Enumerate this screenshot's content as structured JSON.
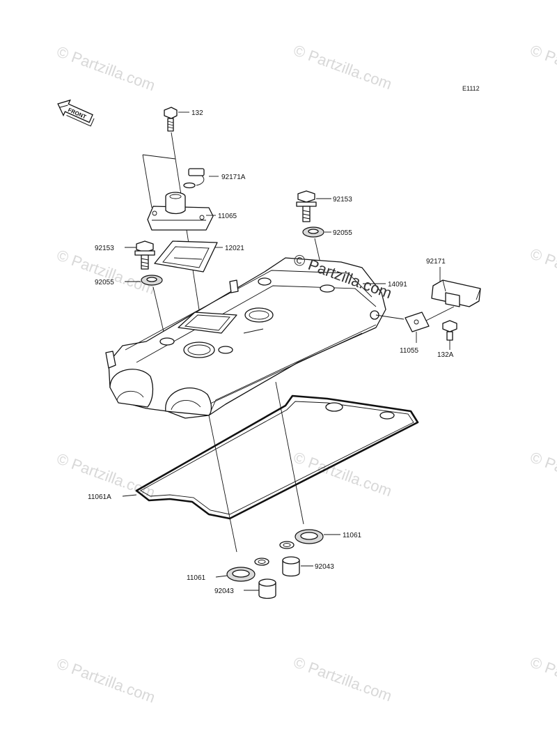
{
  "diagram_code": "E1112",
  "front_arrow_label": "FRONT",
  "watermark_text": "© Partzilla.com",
  "parts": [
    {
      "id": "p-132",
      "label": "132"
    },
    {
      "id": "p-92171A",
      "label": "92171A"
    },
    {
      "id": "p-11065",
      "label": "11065"
    },
    {
      "id": "p-92153-right",
      "label": "92153"
    },
    {
      "id": "p-92055-right",
      "label": "92055"
    },
    {
      "id": "p-92153-left",
      "label": "92153"
    },
    {
      "id": "p-12021",
      "label": "12021"
    },
    {
      "id": "p-92055-left",
      "label": "92055"
    },
    {
      "id": "p-92171",
      "label": "92171"
    },
    {
      "id": "p-14091",
      "label": "14091"
    },
    {
      "id": "p-11055",
      "label": "11055"
    },
    {
      "id": "p-132A",
      "label": "132A"
    },
    {
      "id": "p-11061A",
      "label": "11061A"
    },
    {
      "id": "p-11061-right",
      "label": "11061"
    },
    {
      "id": "p-92043-right",
      "label": "92043"
    },
    {
      "id": "p-11061-left",
      "label": "11061"
    },
    {
      "id": "p-92043-left",
      "label": "92043"
    }
  ]
}
